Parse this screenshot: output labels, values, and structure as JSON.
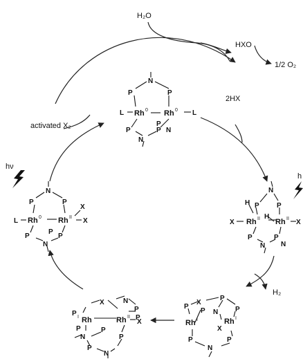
{
  "labels": {
    "water": "H₂O",
    "hxo": "HXO",
    "o2": "1/2 O₂",
    "hx": "2HX",
    "activated": "activated X₂",
    "hv_left": "hν",
    "hv_right": "h",
    "h2": "H₂"
  },
  "atoms": {
    "P": "P",
    "N": "N",
    "Rh": "Rh",
    "L": "L",
    "X": "X",
    "H": "H"
  },
  "oxidation": {
    "zero": "0",
    "two": "II",
    "one": "I"
  }
}
